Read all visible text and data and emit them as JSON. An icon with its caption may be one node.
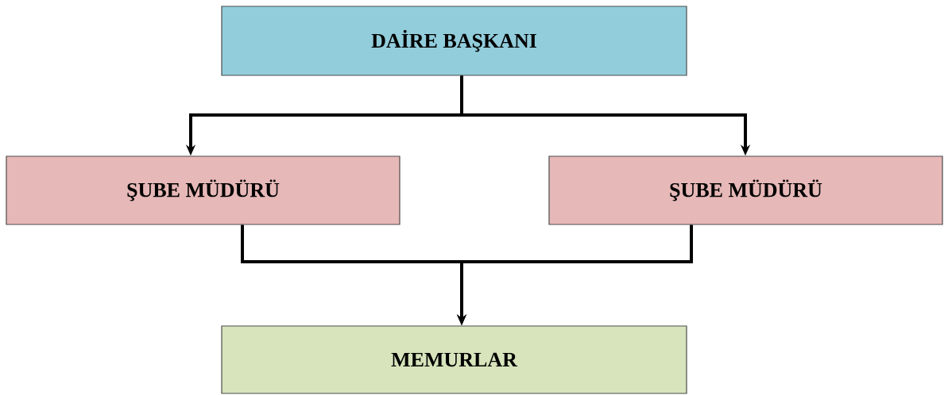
{
  "diagram": {
    "nodes": [
      {
        "text": [
          "DAİRE BAŞKANI"
        ]
      },
      {
        "text": [
          "ŞUBE MÜDÜRÜ"
        ]
      },
      {
        "text": [
          "ŞUBE MÜDÜRÜ"
        ]
      },
      {
        "text": [
          "MEMURLAR"
        ]
      }
    ],
    "edges": [
      {
        "from": 0,
        "to": 1,
        "arrow": "to"
      },
      {
        "from": 0,
        "to": 2,
        "arrow": "to"
      },
      {
        "from": 1,
        "to": 3,
        "arrow": "to"
      },
      {
        "from": 2,
        "to": 3,
        "arrow": "to"
      }
    ]
  }
}
